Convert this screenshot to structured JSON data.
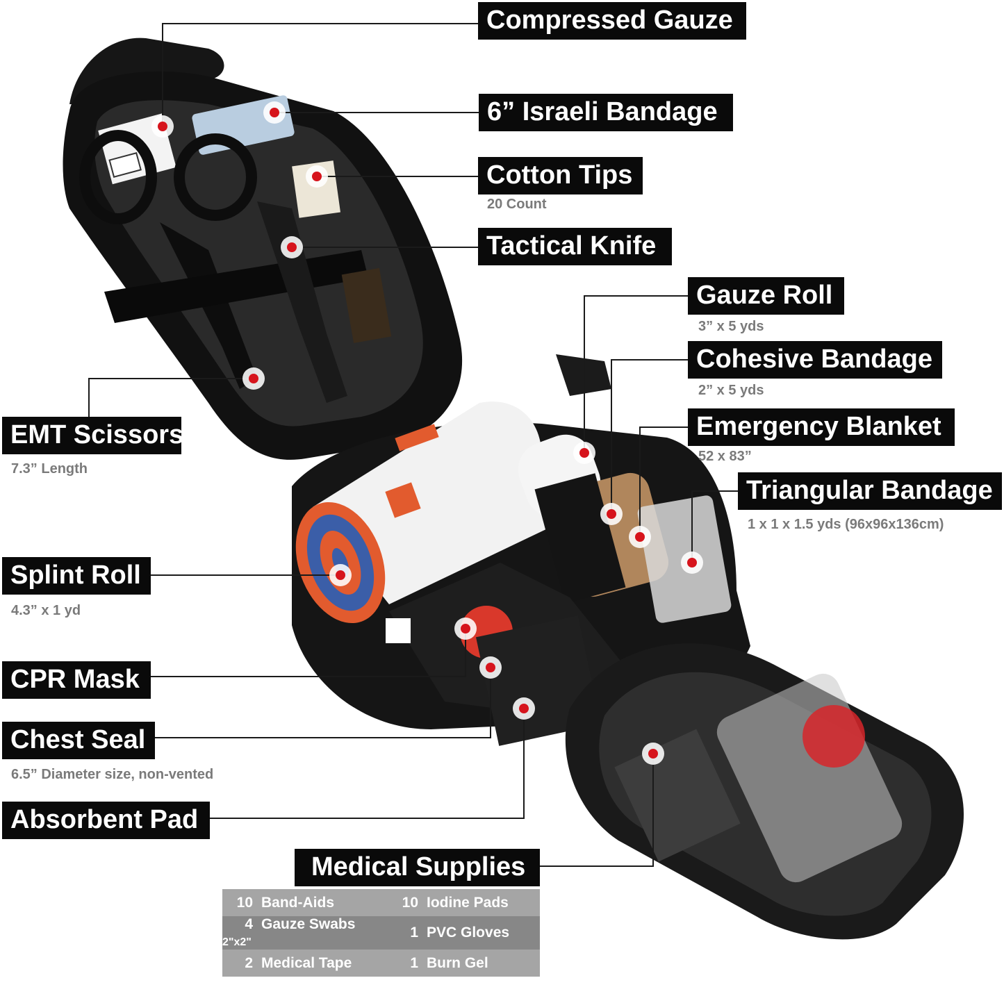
{
  "labels": {
    "compressed_gauze": {
      "title": "Compressed Gauze"
    },
    "israeli_bandage": {
      "title": "6” Israeli Bandage"
    },
    "cotton_tips": {
      "title": "Cotton Tips",
      "detail": "20 Count"
    },
    "tactical_knife": {
      "title": "Tactical Knife"
    },
    "gauze_roll": {
      "title": "Gauze Roll",
      "detail": "3” x 5 yds"
    },
    "cohesive_bandage": {
      "title": "Cohesive Bandage",
      "detail": "2” x 5 yds"
    },
    "emergency_blanket": {
      "title": "Emergency Blanket",
      "detail": "52 x 83”"
    },
    "triangular_bandage": {
      "title": "Triangular Bandage",
      "detail": "1 x 1 x 1.5 yds (96x96x136cm)"
    },
    "emt_scissors": {
      "title": "EMT Scissors",
      "detail": "7.3” Length"
    },
    "splint_roll": {
      "title": "Splint Roll",
      "detail": "4.3” x 1 yd"
    },
    "cpr_mask": {
      "title": "CPR Mask"
    },
    "chest_seal": {
      "title": "Chest Seal",
      "detail": "6.5” Diameter size, non-vented"
    },
    "absorbent_pad": {
      "title": "Absorbent Pad"
    },
    "medical_supplies": {
      "title": "Medical Supplies"
    }
  },
  "medical_supplies": [
    [
      {
        "qty": "10",
        "name": "Band-Aids",
        "unit": ""
      },
      {
        "qty": "10",
        "name": "Iodine Pads",
        "unit": ""
      }
    ],
    [
      {
        "qty": "4",
        "name": "Gauze Swabs",
        "unit": "2\"x2\""
      },
      {
        "qty": "1",
        "name": "PVC Gloves",
        "unit": ""
      }
    ],
    [
      {
        "qty": "2",
        "name": "Medical Tape",
        "unit": ""
      },
      {
        "qty": "1",
        "name": "Burn Gel",
        "unit": ""
      }
    ]
  ],
  "colors": {
    "label_bg": "#0a0a0a",
    "label_text": "#ffffff",
    "detail_text": "#7a7a7a",
    "marker": "#d6141c",
    "table_light": "#a5a5a5",
    "table_dark": "#878787"
  }
}
